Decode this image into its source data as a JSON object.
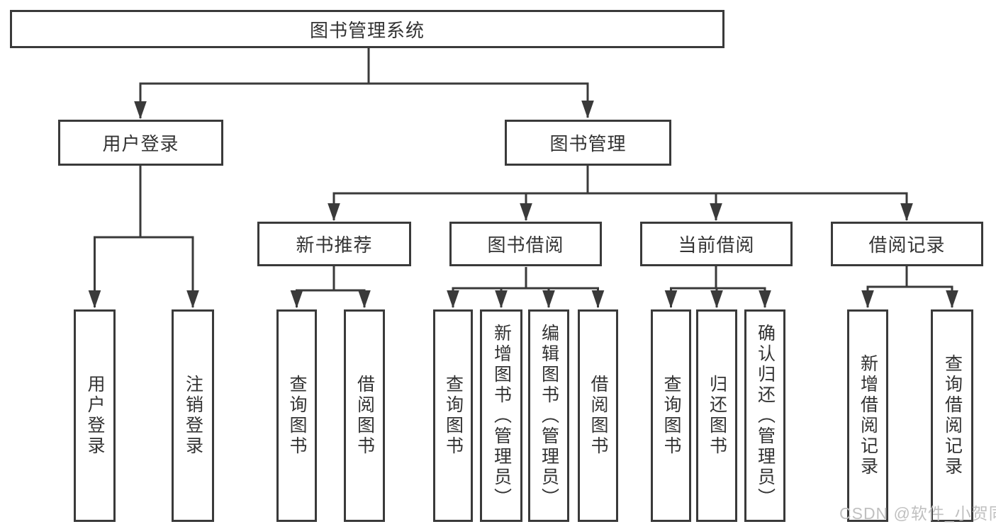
{
  "diagram": {
    "root": {
      "label": "图书管理系统"
    },
    "branches": [
      {
        "label": "用户登录",
        "children": [
          {
            "label": "用户登录"
          },
          {
            "label": "注销登录"
          }
        ]
      },
      {
        "label": "图书管理",
        "children": [
          {
            "label": "新书推荐",
            "children": [
              {
                "label": "查询图书"
              },
              {
                "label": "借阅图书"
              }
            ]
          },
          {
            "label": "图书借阅",
            "children": [
              {
                "label": "查询图书"
              },
              {
                "label": "新增图书（管理员）"
              },
              {
                "label": "编辑图书（管理员）"
              },
              {
                "label": "借阅图书"
              }
            ]
          },
          {
            "label": "当前借阅",
            "children": [
              {
                "label": "查询图书"
              },
              {
                "label": "归还图书"
              },
              {
                "label": "确认归还（管理员）"
              }
            ]
          },
          {
            "label": "借阅记录",
            "children": [
              {
                "label": "新增借阅记录"
              },
              {
                "label": "查询借阅记录"
              }
            ]
          }
        ]
      }
    ]
  },
  "watermark": {
    "text": "CSDN @软件_小贺同学"
  },
  "colors": {
    "line": "#3a3a3a",
    "text": "#333333",
    "watermark": "#c0c0c0",
    "background": "#ffffff"
  }
}
